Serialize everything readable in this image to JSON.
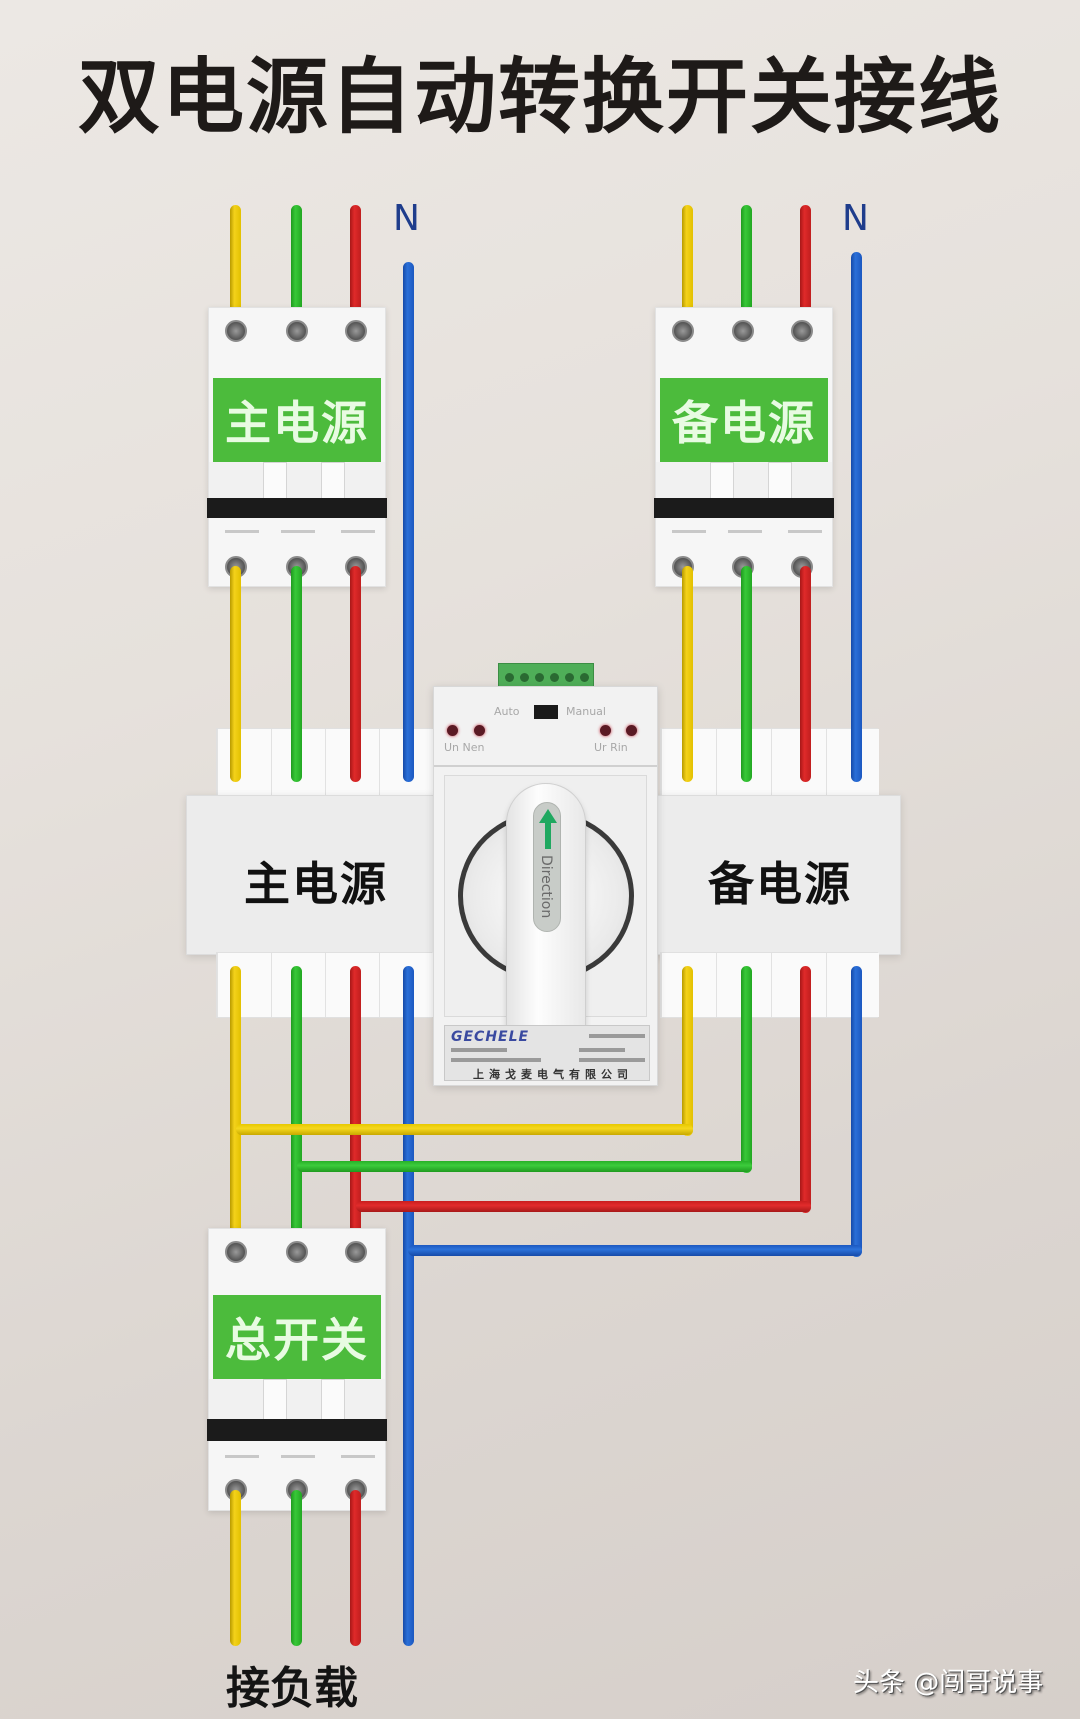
{
  "title": "双电源自动转换开关接线",
  "wire_colors": {
    "L1": "#f0d01a",
    "L2": "#34c034",
    "L3": "#dc2828",
    "N": "#2a6ad4"
  },
  "neutral_label": "N",
  "main_source_breaker": {
    "label": "主电源",
    "poles": 3,
    "neutral_label": "N"
  },
  "backup_source_breaker": {
    "label": "备电源",
    "poles": 3,
    "neutral_label": "N"
  },
  "ats": {
    "left_label": "主电源",
    "right_label": "备电源",
    "mode_left": "Auto",
    "mode_right": "Manual",
    "indicator_left": "Un Nen",
    "indicator_right": "Ur Rin",
    "handle_text": "Direction",
    "brand": "GECHELE",
    "maker": "上海戈麦电气有限公司"
  },
  "main_switch_breaker": {
    "label": "总开关",
    "poles": 3
  },
  "load_label": "接负载",
  "watermark": "头条 @闯哥说事"
}
